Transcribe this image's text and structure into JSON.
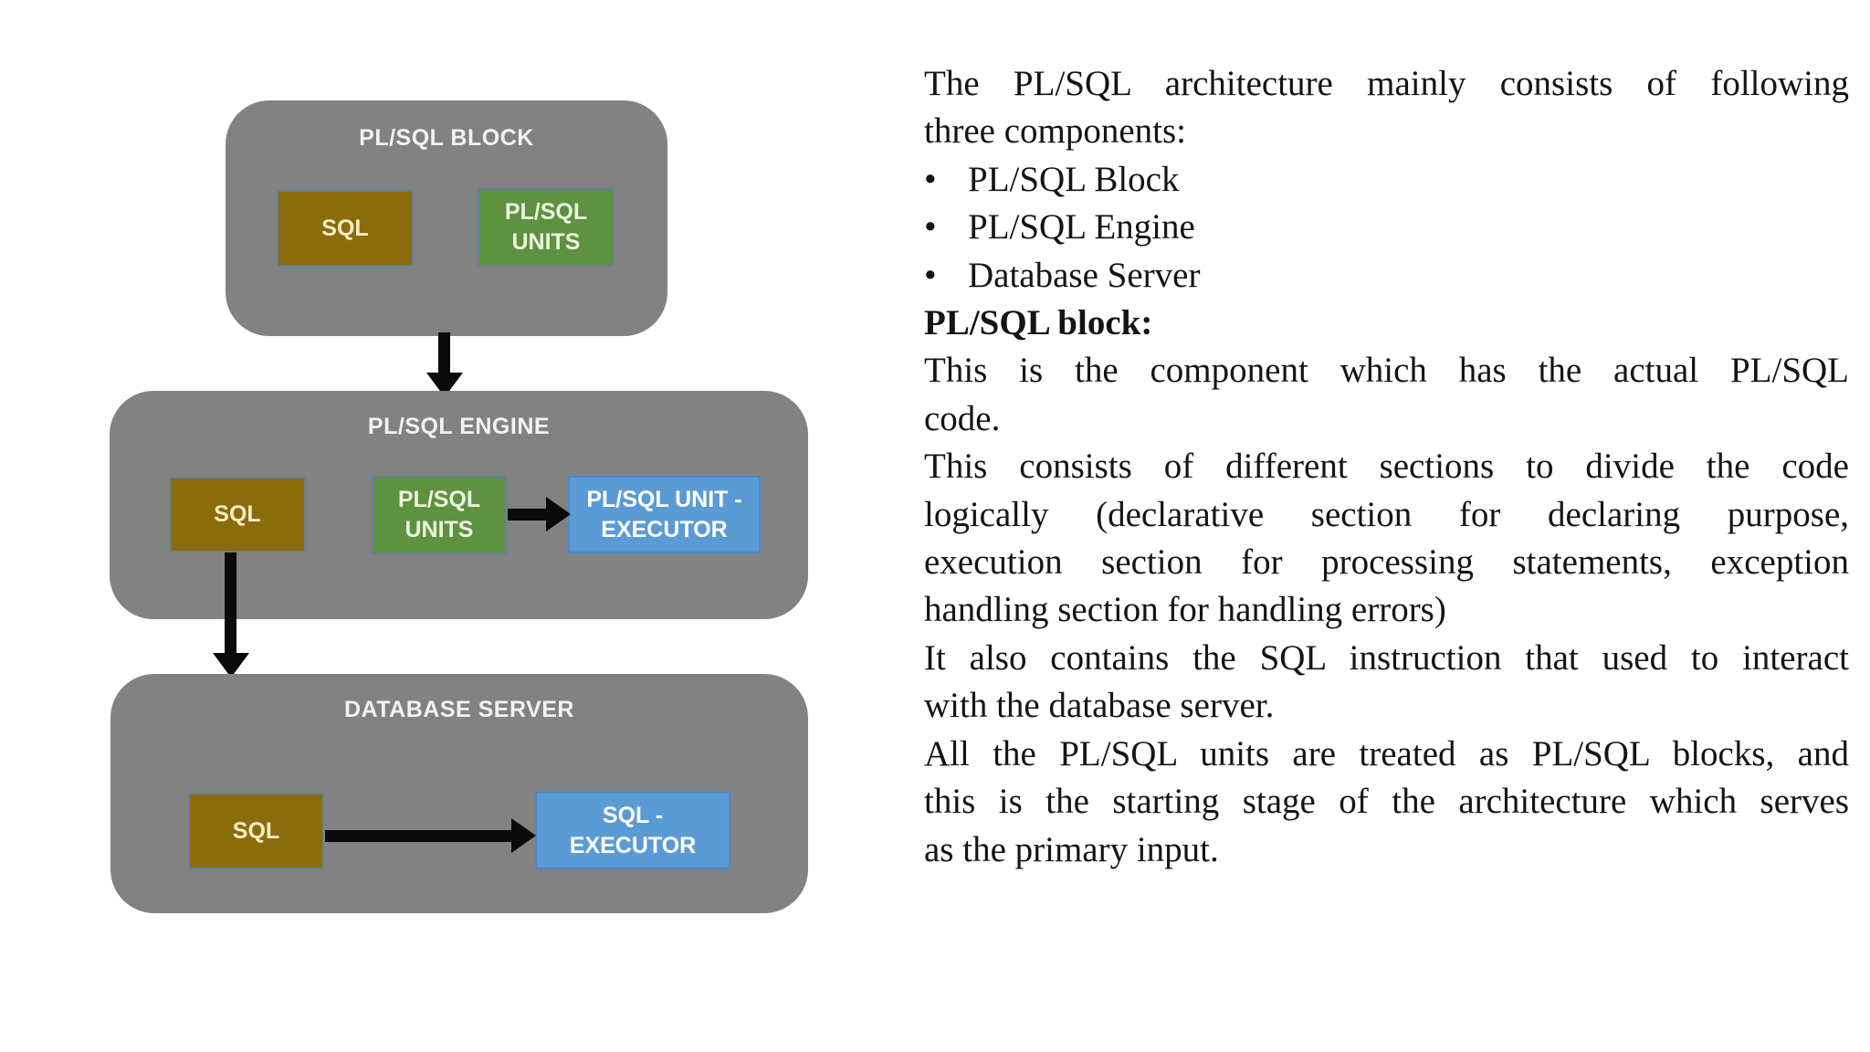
{
  "diagram": {
    "block1": {
      "title": "PL/SQL BLOCK",
      "sql": "SQL",
      "units": "PL/SQL\nUNITS"
    },
    "block2": {
      "title": "PL/SQL ENGINE",
      "sql": "SQL",
      "units": "PL/SQL\nUNITS",
      "executor": "PL/SQL UNIT -\nEXECUTOR"
    },
    "block3": {
      "title": "DATABASE SERVER",
      "sql": "SQL",
      "executor": "SQL - EXECUTOR"
    },
    "colors": {
      "container_gray": "#828282",
      "sql_gold": "#8a6c0a",
      "units_green": "#5e9140",
      "executor_blue": "#5b9bd5",
      "arrow_black": "#0a0a0a"
    }
  },
  "text_panel": {
    "bullet_char": "•",
    "p1_l1": "The PL/SQL architecture mainly consists of following",
    "p1_l2": "three components:",
    "bullets": [
      "PL/SQL Block",
      "PL/SQL Engine",
      "Database Server"
    ],
    "heading": "PL/SQL block:",
    "p2_l1": "This is the component which has the actual PL/SQL",
    "p2_l2": "code.",
    "p3_l1": "This consists of different sections to divide the code",
    "p3_l2": "logically (declarative section for declaring purpose,",
    "p3_l3": "execution section for processing statements, exception",
    "p3_l4": "handling section for handling errors)",
    "p4_l1": "It also contains the SQL instruction that used to interact",
    "p4_l2": "with the database server.",
    "p5_l1": "All the PL/SQL units are treated as PL/SQL blocks, and",
    "p5_l2": "this is the starting stage of the architecture which serves",
    "p5_l3": "as the primary input."
  }
}
